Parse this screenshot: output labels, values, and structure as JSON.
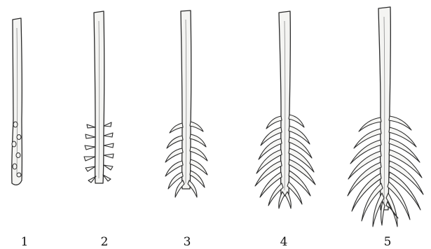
{
  "figure": {
    "stages": [
      {
        "label": "1",
        "root_primordia": 6
      },
      {
        "label": "2",
        "root_pairs": 6
      },
      {
        "label": "3",
        "root_pairs": 6
      },
      {
        "label": "4",
        "root_pairs": 8
      },
      {
        "label": "5",
        "root_pairs": 8
      }
    ],
    "colors": {
      "stroke": "#2a2a2a",
      "fill": "#f4f4f2",
      "background": "#ffffff"
    }
  }
}
